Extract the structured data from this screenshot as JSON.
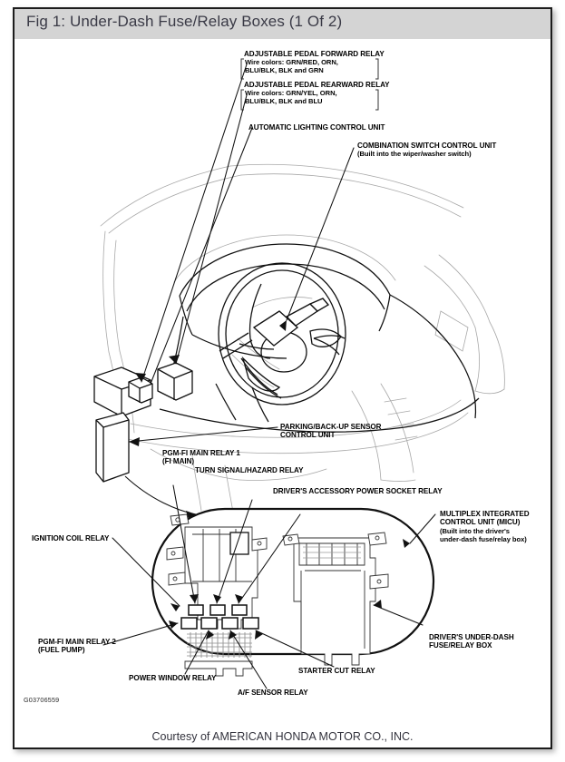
{
  "window": {
    "title": "Fig 1: Under-Dash Fuse/Relay Boxes (1 Of 2)"
  },
  "figure": {
    "part_number": "G03706559",
    "courtesy": "Courtesy of AMERICAN HONDA MOTOR CO., INC.",
    "callouts": [
      {
        "id": "adjustable-pedal-forward-relay",
        "title": "ADJUSTABLE PEDAL FORWARD RELAY",
        "detail": "Wire colors: GRN/RED, ORN,\nBLU/BLK, BLK and GRN"
      },
      {
        "id": "adjustable-pedal-rearward-relay",
        "title": "ADJUSTABLE PEDAL REARWARD RELAY",
        "detail": "Wire colors: GRN/YEL, ORN,\nBLU/BLK, BLK and BLU"
      },
      {
        "id": "automatic-lighting-control-unit",
        "title": "AUTOMATIC LIGHTING CONTROL UNIT",
        "detail": ""
      },
      {
        "id": "combination-switch-control-unit",
        "title": "COMBINATION SWITCH CONTROL UNIT",
        "detail": "(Built into the wiper/washer switch)"
      },
      {
        "id": "parking-back-up-sensor-control-unit",
        "title": "PARKING/BACK-UP SENSOR\nCONTROL UNIT",
        "detail": ""
      },
      {
        "id": "pgm-fi-main-relay-1",
        "title": "PGM-FI MAIN RELAY 1\n(FI MAIN)",
        "detail": ""
      },
      {
        "id": "turn-signal-hazard-relay",
        "title": "TURN SIGNAL/HAZARD RELAY",
        "detail": ""
      },
      {
        "id": "drivers-accessory-power-socket-relay",
        "title": "DRIVER'S ACCESSORY POWER SOCKET RELAY",
        "detail": ""
      },
      {
        "id": "multiplex-integrated-control-unit",
        "title": "MULTIPLEX INTEGRATED\nCONTROL UNIT (MICU)",
        "detail": "(Built into the driver's\nunder-dash fuse/relay box)"
      },
      {
        "id": "ignition-coil-relay",
        "title": "IGNITION COIL RELAY",
        "detail": ""
      },
      {
        "id": "pgm-fi-main-relay-2",
        "title": "PGM-FI MAIN RELAY 2\n(FUEL PUMP)",
        "detail": ""
      },
      {
        "id": "drivers-under-dash-fuse-relay-box",
        "title": "DRIVER'S UNDER-DASH\nFUSE/RELAY BOX",
        "detail": ""
      },
      {
        "id": "power-window-relay",
        "title": "POWER WINDOW RELAY",
        "detail": ""
      },
      {
        "id": "a-f-sensor-relay",
        "title": "A/F SENSOR RELAY",
        "detail": ""
      },
      {
        "id": "starter-cut-relay",
        "title": "STARTER CUT RELAY",
        "detail": ""
      }
    ]
  },
  "colors": {
    "title_bar": "#d4d4d4",
    "frame_border": "#1c1c1c",
    "ink": "#000000",
    "light_ink": "#9a9a9a",
    "page": "#ffffff"
  }
}
